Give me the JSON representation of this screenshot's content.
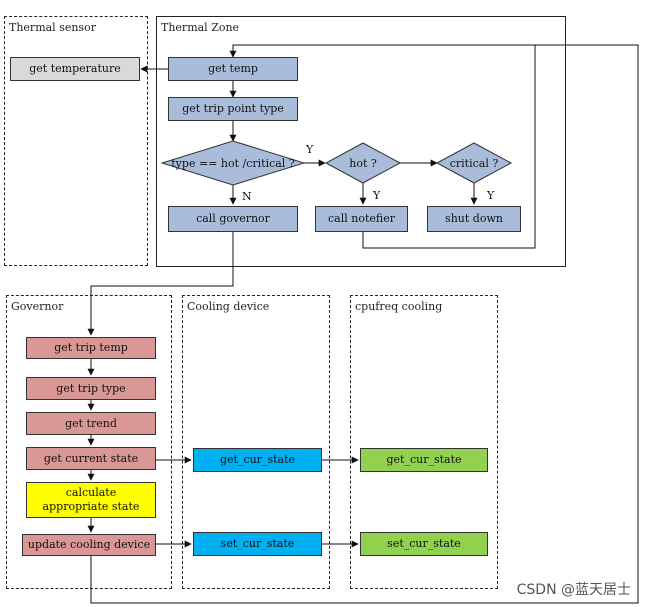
{
  "frames": {
    "thermal_sensor": "Thermal sensor",
    "thermal_zone": "Thermal Zone",
    "governor": "Governor",
    "cooling_device": "Cooling device",
    "cpufreq_cooling": "cpufreq cooling"
  },
  "nodes": {
    "get_temperature": "get temperature",
    "get_temp": "get temp",
    "get_trip_point_type": "get trip point type",
    "type_decision": "type == hot /critical ?",
    "hot_decision": "hot ?",
    "critical_decision": "critical ?",
    "call_governor": "call governor",
    "call_notefier": "call notefier",
    "shut_down": "shut down",
    "get_trip_temp": "get trip temp",
    "get_trip_type": "get trip type",
    "get_trend": "get trend",
    "get_current_state": "get current state",
    "calculate_state": "calculate\nappropriate state",
    "update_cooling_device": "update cooling device",
    "cd_get_cur_state": "get_cur_state",
    "cd_set_cur_state": "set_cur_state",
    "cpu_get_cur_state": "get_cur_state",
    "cpu_set_cur_state": "set_cur_state"
  },
  "edge_labels": {
    "type_yes": "Y",
    "type_no": "N",
    "hot_yes": "Y",
    "critical_yes": "Y"
  },
  "colors": {
    "sensor": "#d9d9d9",
    "zone": "#a9bcd9",
    "governor": "#d99795",
    "calculate": "#ffff00",
    "cooling_device": "#00b0f0",
    "cpufreq": "#92d050"
  },
  "watermark": "CSDN @蓝天居士"
}
